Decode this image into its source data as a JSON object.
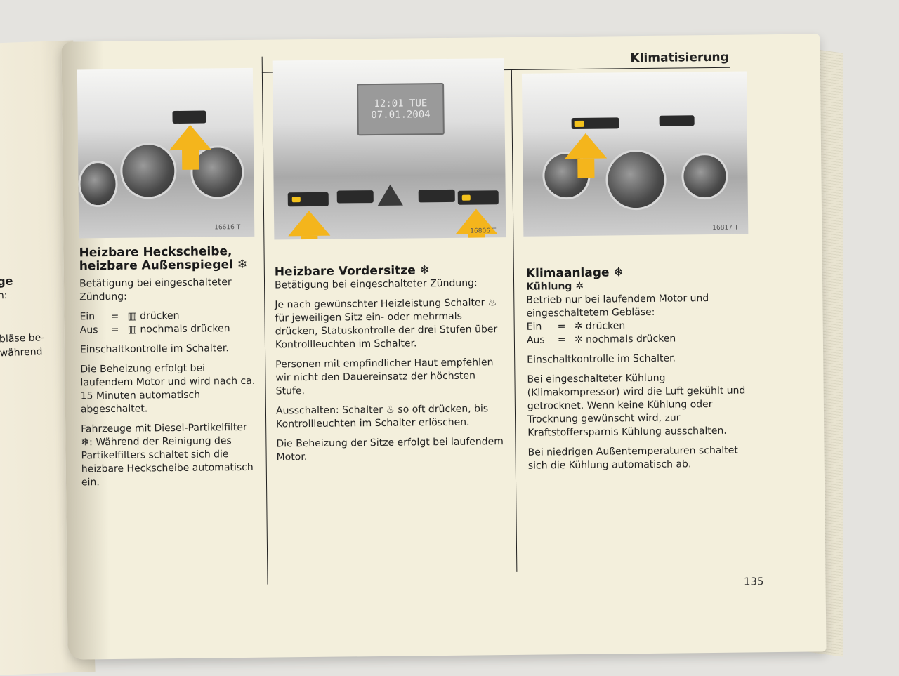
{
  "header": {
    "title": "Klimatisierung"
  },
  "page_number": "135",
  "left_page": {
    "snippets": [
      "ge",
      "n:",
      "bläse be-",
      "während"
    ]
  },
  "column1": {
    "figure_code": "16616 T",
    "title_line1": "Heizbare Heckscheibe,",
    "title_line2": "heizbare Außenspiegel ❄",
    "intro": "Betätigung bei eingeschalteter Zündung:",
    "rows": [
      {
        "key": "Ein",
        "eq": "=",
        "val": "▥ drücken"
      },
      {
        "key": "Aus",
        "eq": "=",
        "val": "▥ nochmals drücken"
      }
    ],
    "p1": "Einschaltkontrolle im Schalter.",
    "p2": "Die Beheizung erfolgt bei laufendem Motor und wird nach ca. 15 Minuten automatisch abgeschaltet.",
    "p3": "Fahrzeuge mit Diesel-Partikelfilter ❄: Während der Reinigung des Partikelfilters schaltet sich die heizbare Heckscheibe automatisch ein."
  },
  "column2": {
    "figure_code": "16806 T",
    "display_line1": "12:01  TUE",
    "display_line2": "07.01.2004",
    "title": "Heizbare Vordersitze ❄",
    "intro": "Betätigung bei eingeschalteter Zündung:",
    "p1": "Je nach gewünschter Heizleistung Schalter ♨ für jeweiligen Sitz ein- oder mehrmals drücken, Statuskontrolle der drei Stufen über Kontrollleuchten im Schalter.",
    "p2": "Personen mit empfindlicher Haut empfehlen wir nicht den Dauereinsatz der höchsten Stufe.",
    "p3": "Ausschalten: Schalter ♨ so oft drücken, bis Kontrollleuchten im Schalter erlöschen.",
    "p4": "Die Beheizung der Sitze erfolgt bei laufendem Motor."
  },
  "column3": {
    "figure_code": "16817 T",
    "title": "Klimaanlage ❄",
    "subtitle": "Kühlung ✲",
    "intro": "Betrieb nur bei laufendem Motor und eingeschaltetem Gebläse:",
    "rows": [
      {
        "key": "Ein",
        "eq": "=",
        "val": "✲ drücken"
      },
      {
        "key": "Aus",
        "eq": "=",
        "val": "✲ nochmals drücken"
      }
    ],
    "p1": "Einschaltkontrolle im Schalter.",
    "p2": "Bei eingeschalteter Kühlung (Klimakompressor) wird die Luft gekühlt und getrocknet. Wenn keine Kühlung oder Trocknung gewünscht wird, zur Kraftstoffersparnis Kühlung ausschalten.",
    "p3": "Bei niedrigen Außentemperaturen schaltet sich die Kühlung automatisch ab."
  },
  "colors": {
    "arrow": "#f4b51c",
    "paper": "#f3efdc",
    "rule": "#222222"
  }
}
